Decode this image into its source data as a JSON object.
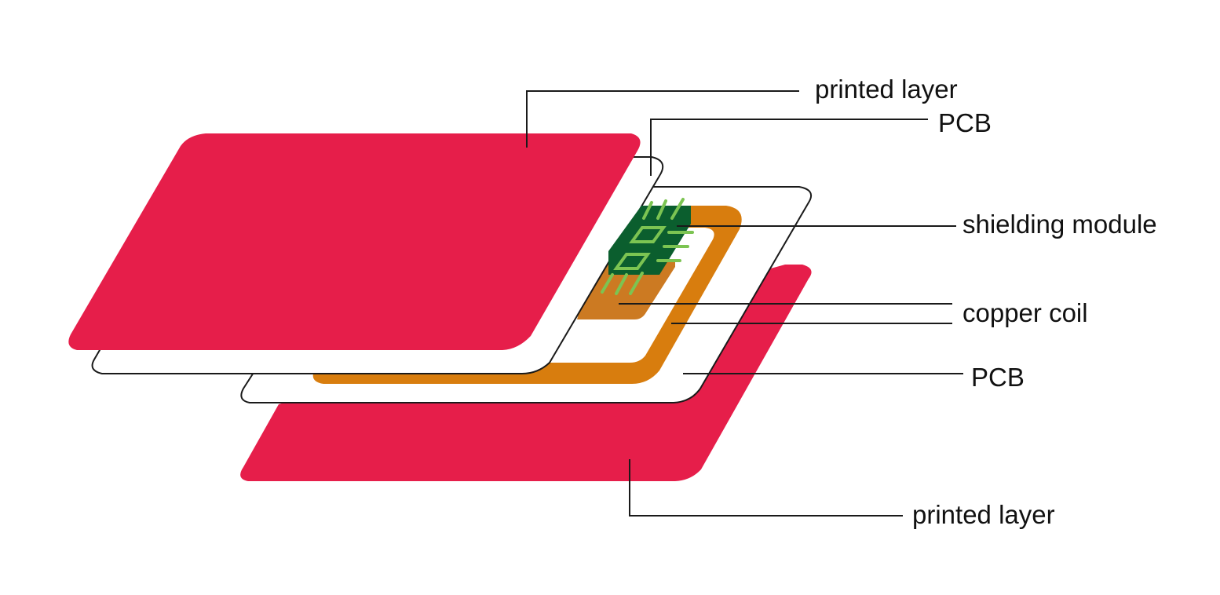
{
  "colors": {
    "printed_layer": "#e61e4a",
    "pcb_fill": "#ffffff",
    "pcb_stroke": "#1a1a1a",
    "copper_coil": "#d87d0e",
    "copper_pad": "#cc7a22",
    "shielding_module": "#0b5e2e",
    "chip_traces": "#7cc452",
    "leader_line": "#1a1a1a"
  },
  "labels": {
    "printed_layer_top": "printed layer",
    "pcb_top": "PCB",
    "shielding_module": "shielding module",
    "copper_coil": "copper coil",
    "pcb_bottom": "PCB",
    "printed_layer_bottom": "printed layer"
  },
  "icons": {
    "chip": "chip-icon"
  }
}
